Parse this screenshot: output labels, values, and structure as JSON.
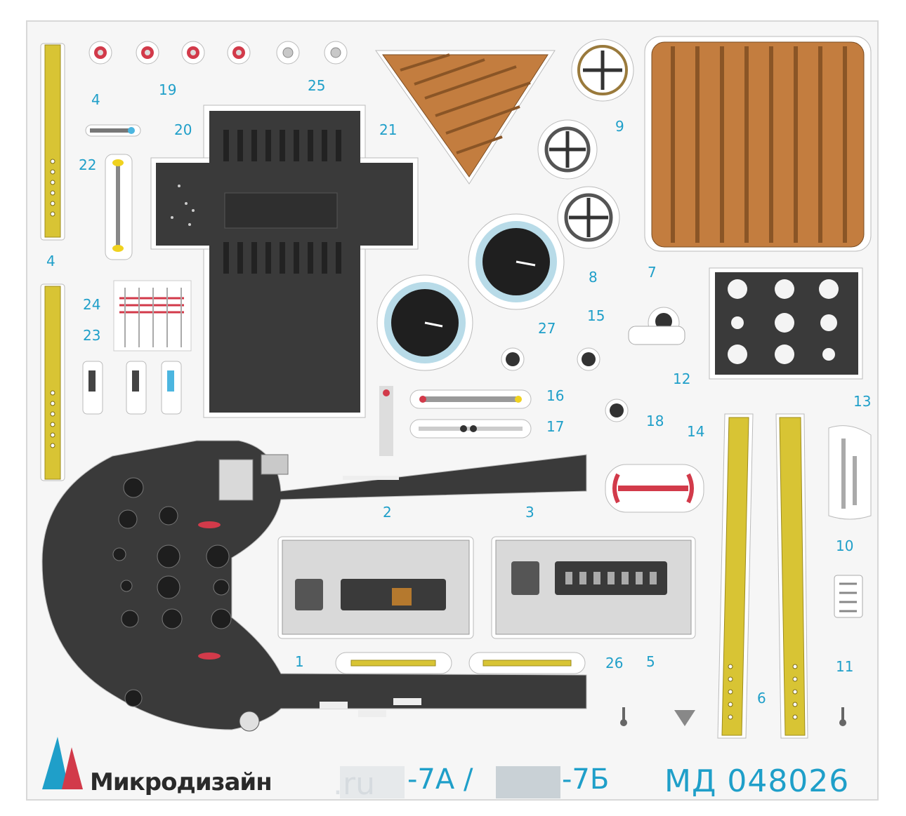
{
  "sheet": {
    "brand": "Микродизайн",
    "code": "МД 048026",
    "model_a": "-7А /",
    "model_b": "-7Б",
    "watermark": ".ru"
  },
  "part_labels": [
    "4",
    "19",
    "25",
    "20",
    "21",
    "9",
    "22",
    "4",
    "24",
    "23",
    "8",
    "7",
    "27",
    "15",
    "12",
    "16",
    "13",
    "17",
    "18",
    "14",
    "2",
    "3",
    "10",
    "1",
    "26",
    "5",
    "11",
    "6"
  ],
  "colors": {
    "fret": "#f4f4f4",
    "label": "#1f9fc9",
    "dark_panel": "#3a3a3a",
    "wood": "#c07a3a",
    "brass": "#d7c23a",
    "red": "#d23a4a"
  }
}
